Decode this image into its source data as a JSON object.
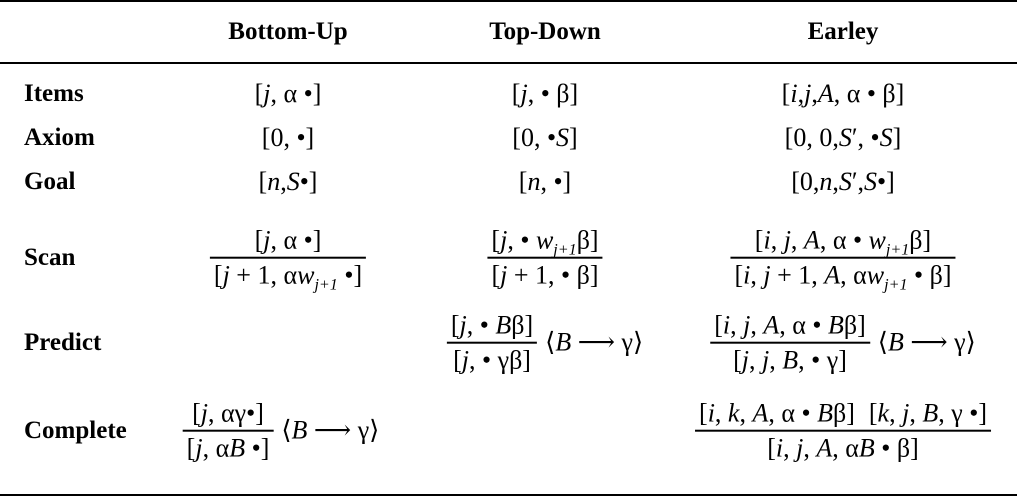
{
  "headers": {
    "bottom_up": "Bottom-Up",
    "top_down": "Top-Down",
    "earley": "Earley"
  },
  "rows": {
    "items": {
      "label": "Items",
      "bottom_up": "[j, α •]",
      "top_down": "[j, • β]",
      "earley": "[i, j, A, α • β]"
    },
    "axiom": {
      "label": "Axiom",
      "bottom_up": "[0, •]",
      "top_down": "[0, • S]",
      "earley": "[0, 0, S′, • S]"
    },
    "goal": {
      "label": "Goal",
      "bottom_up": "[n, S •]",
      "top_down": "[n, •]",
      "earley": "[0, n, S′, S •]"
    },
    "scan": {
      "label": "Scan",
      "bottom_up": {
        "num": "[j, α •]",
        "den": "[j + 1, αw_{j+1} •]"
      },
      "top_down": {
        "num": "[j, • w_{j+1}β]",
        "den": "[j + 1, • β]"
      },
      "earley": {
        "num": "[i, j, A, α • w_{j+1}β]",
        "den": "[i, j + 1, A, αw_{j+1} • β]"
      }
    },
    "predict": {
      "label": "Predict",
      "top_down": {
        "num": "[j, • Bβ]",
        "den": "[j, • γβ]",
        "side": "⟨B ⟶ γ⟩"
      },
      "earley": {
        "num": "[i, j, A, α • Bβ]",
        "den": "[j, j, B, • γ]",
        "side": "⟨B ⟶ γ⟩"
      }
    },
    "complete": {
      "label": "Complete",
      "bottom_up": {
        "num": "[j, αγ•]",
        "den": "[j, αB •]",
        "side": "⟨B ⟶ γ⟩"
      },
      "earley": {
        "num1": "[i, k, A, α • Bβ]",
        "num2": "[k, j, B, γ •]",
        "den": "[i, j, A, αB • β]"
      }
    }
  }
}
